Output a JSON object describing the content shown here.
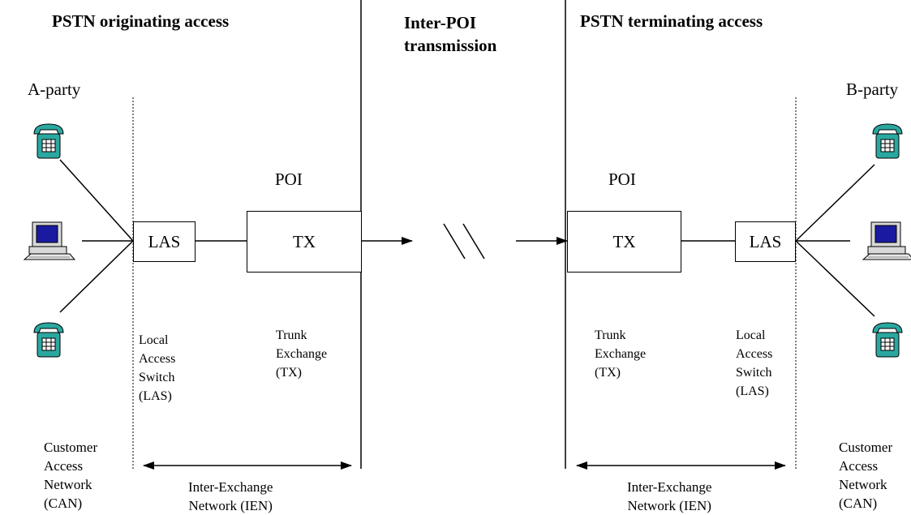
{
  "headings": {
    "originating": "PSTN originating access",
    "inter_poi": "Inter-POI\ntransmission",
    "terminating": "PSTN terminating access"
  },
  "parties": {
    "a": "A-party",
    "b": "B-party"
  },
  "poi_label": "POI",
  "boxes": {
    "las": "LAS",
    "tx": "TX"
  },
  "captions": {
    "local_access_switch": "Local\nAccess\nSwitch\n(LAS)",
    "trunk_exchange": "Trunk\nExchange\n(TX)",
    "customer_access_network": "Customer\nAccess\nNetwork\n(CAN)",
    "inter_exchange_network": "Inter-Exchange\nNetwork (IEN)"
  },
  "icons": [
    "telephone-icon",
    "computer-icon",
    "telephone-icon"
  ],
  "colors": {
    "phone": "#2aa8a0",
    "screen": "#1a1aa0",
    "line": "#000000"
  }
}
